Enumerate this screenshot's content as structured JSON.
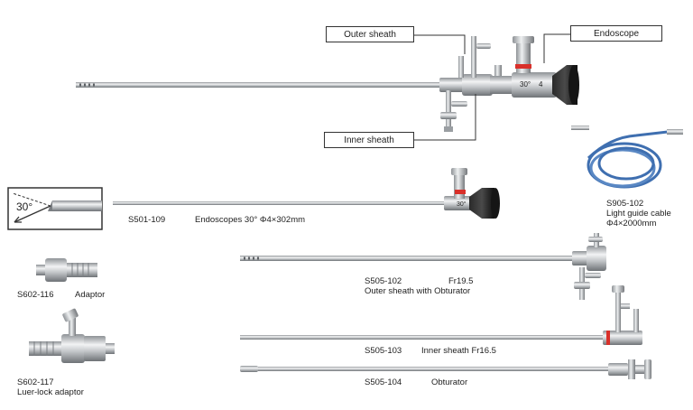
{
  "callouts": {
    "outer_sheath": "Outer sheath",
    "endoscope": "Endoscope",
    "inner_sheath": "Inner sheath"
  },
  "angle_inset": {
    "angle": "30°"
  },
  "scope_markings": {
    "top_angle": "30°",
    "small_angle": "30°",
    "top_size": "4"
  },
  "products": {
    "endoscope": {
      "code": "S501-109",
      "description": "Endoscopes 30° Φ4×302mm"
    },
    "light_cable": {
      "code": "S905-102",
      "name": "Light guide cable",
      "size": "Φ4×2000mm"
    },
    "adaptor": {
      "code": "S602-116",
      "name": "Adaptor"
    },
    "luer_lock": {
      "code": "S602-117",
      "name": "Luer-lock adaptor"
    },
    "outer_sheath": {
      "code": "S505-102",
      "size": "Fr19.5",
      "name": "Outer sheath with Obturator"
    },
    "inner_sheath": {
      "code": "S505-103",
      "name": "Inner sheath Fr16.5"
    },
    "obturator": {
      "code": "S505-104",
      "name": "Obturator"
    }
  },
  "colors": {
    "steel": "#b9bdc0",
    "eyepiece": "#1a1a1a",
    "marker_red": "#d9302a",
    "cable_blue": "#3f6fb0"
  }
}
